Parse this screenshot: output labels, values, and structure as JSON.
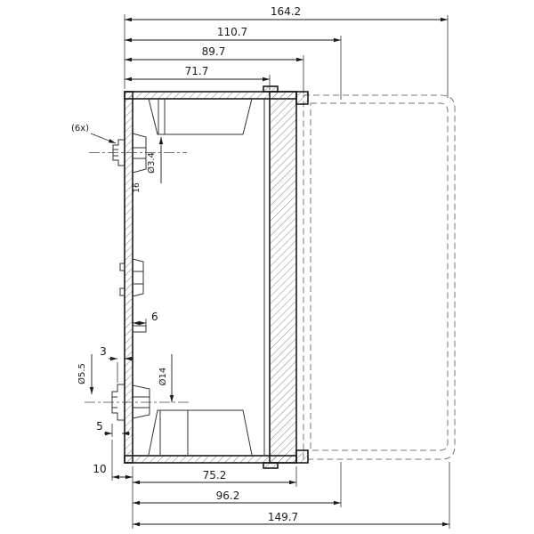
{
  "drawing": {
    "kind": "enclosure-cross-section",
    "dims": {
      "top": [
        "164.2",
        "110.7",
        "89.7",
        "71.7"
      ],
      "bottom": [
        "75.2",
        "96.2",
        "149.7"
      ],
      "annotations": {
        "count_note": "(6x)",
        "boss_hole_dia": "Ø3.4",
        "boss_depth": "16",
        "rib_width": "6",
        "step_width": "3",
        "hole_small_dia": "Ø5.5",
        "hole_large_dia": "Ø14",
        "step_offset": "5",
        "wall_offset": "10"
      }
    },
    "colors": {
      "line": "#1a1a1a",
      "phantom": "#777777",
      "background": "#ffffff"
    }
  }
}
